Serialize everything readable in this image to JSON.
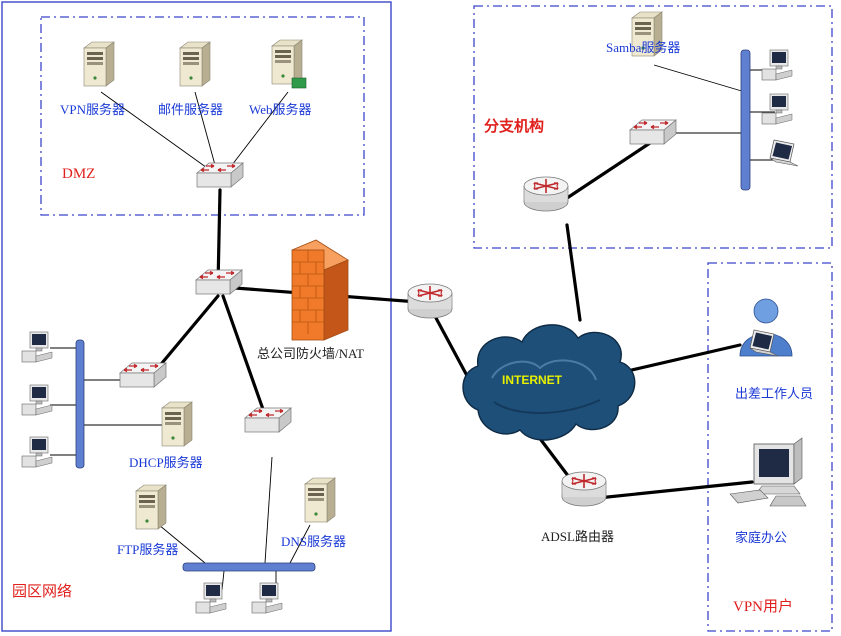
{
  "zones": {
    "campus": "园区网络",
    "dmz": "DMZ",
    "branch": "分支机构",
    "vpn_users": "VPN用户"
  },
  "nodes": {
    "vpn_server": "VPN服务器",
    "mail_server": "邮件服务器",
    "web_server": "Web服务器",
    "dhcp_server": "DHCP服务器",
    "ftp_server": "FTP服务器",
    "dns_server": "DNS服务器",
    "firewall": "总公司防火墙/NAT",
    "internet": "INTERNET",
    "samba_server": "Samba服务器",
    "traveler": "出差工作人员",
    "home_office": "家庭办公",
    "adsl_router": "ADSL路由器"
  },
  "colors": {
    "campus_border": "#3b46c9",
    "dashed_border": "#3b46c9",
    "label_blue": "#1a3ad6",
    "label_red": "#e0201c",
    "link": "#000000",
    "cloud": "#1e4f78",
    "firewall": "#f07a2a",
    "bus": "#5f7fd0"
  },
  "icons": [
    "server-icon",
    "switch-icon",
    "router-icon",
    "firewall-icon",
    "cloud-icon",
    "workstation-icon",
    "laptop-icon",
    "user-icon"
  ]
}
